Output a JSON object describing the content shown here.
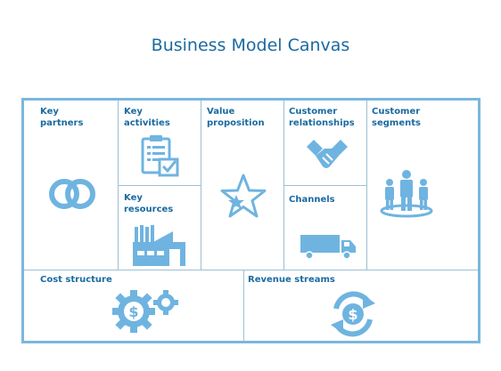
{
  "title": "Business Model Canvas",
  "blocks": {
    "key_partners": "Key\npartners",
    "key_activities": "Key\nactivities",
    "key_resources": "Key\nresources",
    "value_proposition": "Value\nproposition",
    "customer_relationships": "Customer\nrelationships",
    "channels": "Channels",
    "customer_segments": "Customer\nsegments",
    "cost_structure": "Cost structure",
    "revenue_streams": "Revenue streams"
  },
  "colors": {
    "title": "#1a6aa0",
    "label": "#1a6aa0",
    "border": "#7ab7dc",
    "icon": "#6fb4e0"
  },
  "icons": {
    "key_partners": "interlocked-rings-icon",
    "key_activities": "checklist-icon",
    "key_resources": "factory-icon",
    "value_proposition": "star-icon",
    "customer_relationships": "handshake-icon",
    "channels": "truck-icon",
    "customer_segments": "people-group-icon",
    "cost_structure": "gears-dollar-icon",
    "revenue_streams": "dollar-cycle-icon"
  }
}
